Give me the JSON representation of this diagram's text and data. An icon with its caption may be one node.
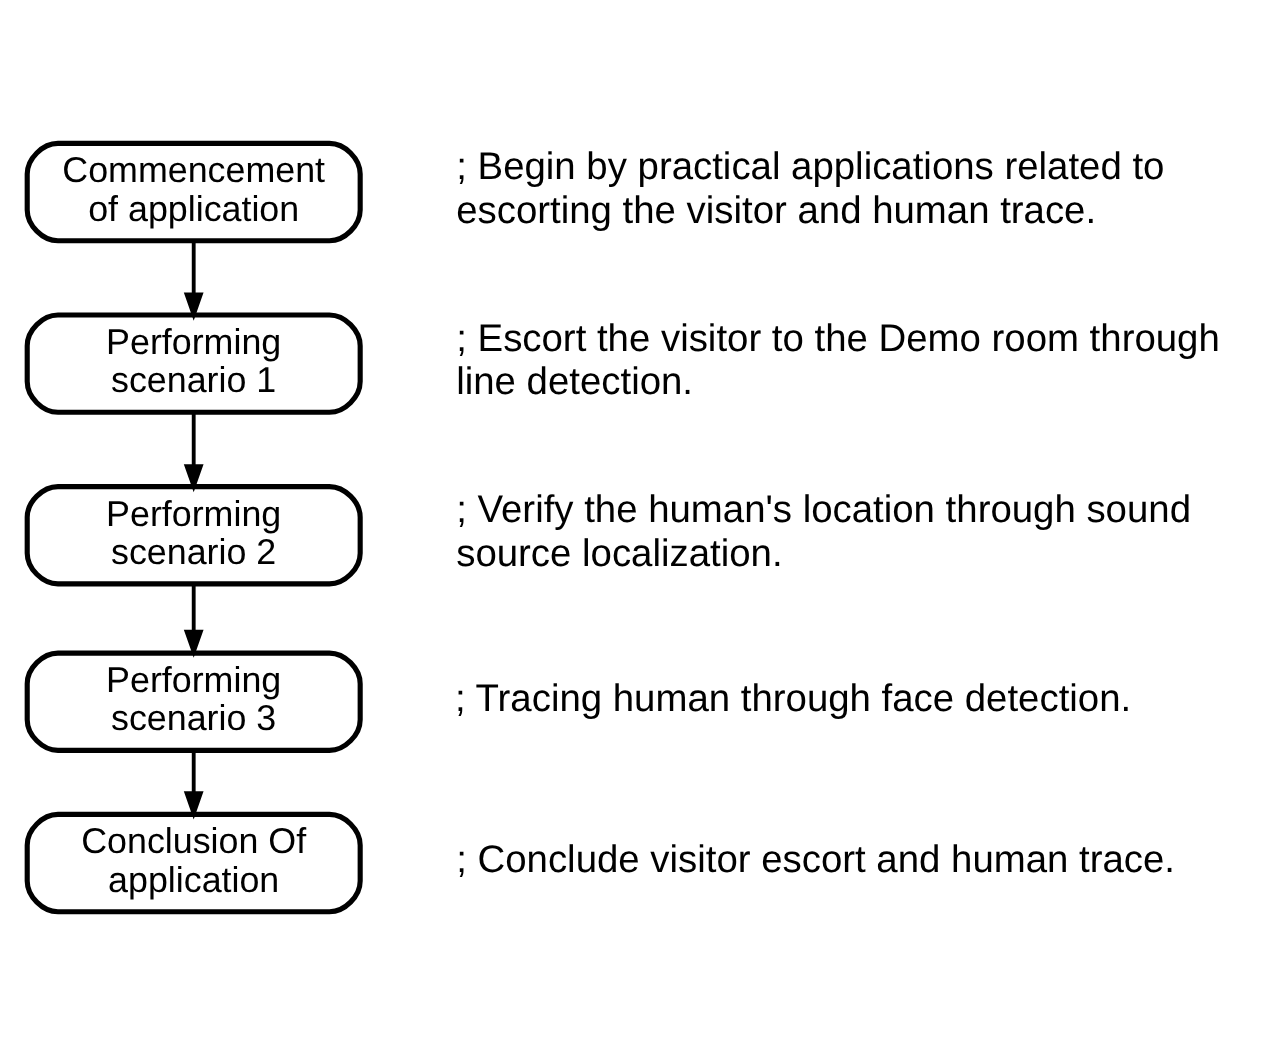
{
  "diagram": {
    "nodes": [
      {
        "text": [
          "Commencement of application"
        ],
        "beside": [
          "; Begin by practical applications related to escorting the visitor and human trace."
        ]
      },
      {
        "text": [
          "Performing scenario 1"
        ],
        "beside": [
          "; Escort the visitor to the Demo room through line detection."
        ]
      },
      {
        "text": [
          "Performing scenario 2"
        ],
        "beside": [
          "; Verify the human's location through sound source localization."
        ]
      },
      {
        "text": [
          "Performing scenario 3"
        ],
        "beside": [
          "; Tracing human through face detection."
        ]
      },
      {
        "text": [
          "Conclusion Of application"
        ],
        "beside": [
          "; Conclude visitor escort and human trace."
        ]
      }
    ],
    "edges": [
      {
        "from": 0,
        "to": 1,
        "arrow": "to"
      },
      {
        "from": 1,
        "to": 2,
        "arrow": "to"
      },
      {
        "from": 2,
        "to": 3,
        "arrow": "to"
      },
      {
        "from": 3,
        "to": 4,
        "arrow": "to"
      }
    ]
  }
}
